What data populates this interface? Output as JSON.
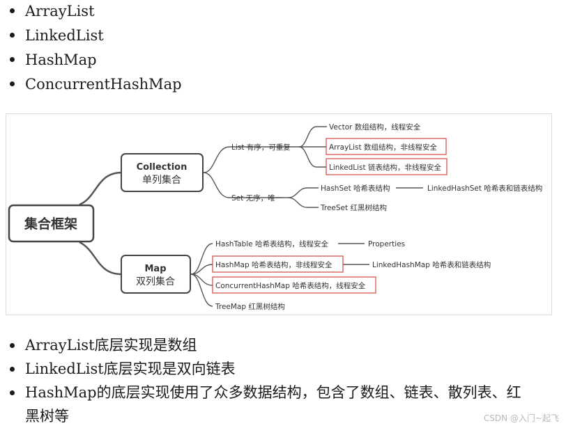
{
  "top_list": [
    "ArrayList",
    "LinkedList",
    "HashMap",
    "ConcurrentHashMap"
  ],
  "mindmap": {
    "root": "集合框架",
    "collection": {
      "title": "Collection",
      "subtitle": "单列集合"
    },
    "map": {
      "title": "Map",
      "subtitle": "双列集合"
    },
    "list_branch": "List  有序，可重复",
    "set_branch": "Set  无序，唯一",
    "vector": "Vector  数组结构，线程安全",
    "arraylist": "ArrayList  数组结构，非线程安全",
    "linkedlist": "LinkedList  链表结构，非线程安全",
    "hashset": "HashSet  哈希表结构",
    "linkedhashset": "LinkedHashSet  哈希表和链表结构",
    "treeset": "TreeSet  红黑树结构",
    "hashtable": "HashTable  哈希表结构，线程安全",
    "properties": "Properties",
    "hashmap": "HashMap  哈希表结构，非线程安全",
    "linkedhashmap": "LinkedHashMap  哈希表和链表结构",
    "concurrenthashmap": "ConcurrentHashMap  哈希表结构，线程安全",
    "treemap": "TreeMap  红黑树结构",
    "colors": {
      "line": "#555555",
      "highlight": "#d9534f",
      "box_border": "#444444"
    }
  },
  "bottom_list": [
    "ArrayList底层实现是数组",
    "LinkedList底层实现是双向链表",
    "HashMap的底层实现使用了众多数据结构，包含了数组、链表、散列表、红",
    "黑树等"
  ],
  "watermark": "CSDN @入门~起飞"
}
